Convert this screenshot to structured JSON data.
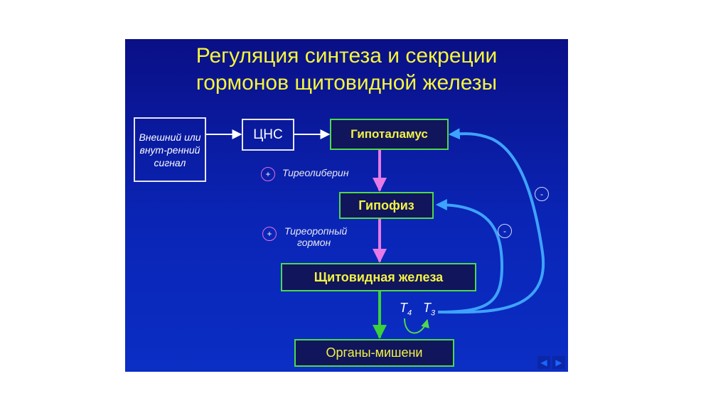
{
  "slide": {
    "title_line1": "Регуляция синтеза и секреции",
    "title_line2": "гормонов щитовидной железы",
    "signal_box": "Внешний или внут-ренний сигнал",
    "cns_box": "ЦНС",
    "hypothalamus_box": "Гипоталамус",
    "pituitary_box": "Гипофиз",
    "thyroid_box": "Щитовидная железа",
    "target_organs_box": "Органы-мишени",
    "trh_sign": "+",
    "trh_label": "Тиреолиберин",
    "tsh_sign": "+",
    "tsh_label_line1": "Тиреоропный",
    "tsh_label_line2": "гормон",
    "t4_letter": "T",
    "t4_sub": "4",
    "t3_letter": "T",
    "t3_sub": "3",
    "feedback_sign_hypothalamus": "-",
    "feedback_sign_pituitary": "-"
  },
  "nav": {
    "prev_icon": "triangle-left-icon",
    "next_icon": "triangle-right-icon"
  },
  "colors": {
    "title": "#f6f63a",
    "green_border": "#4fd84a",
    "pink_arrow": "#e67ae6",
    "green_arrow": "#3ad13a",
    "blue_arrow": "#3ea3ff",
    "background_top": "#0a0f86",
    "background_bottom": "#0b2ec4"
  }
}
